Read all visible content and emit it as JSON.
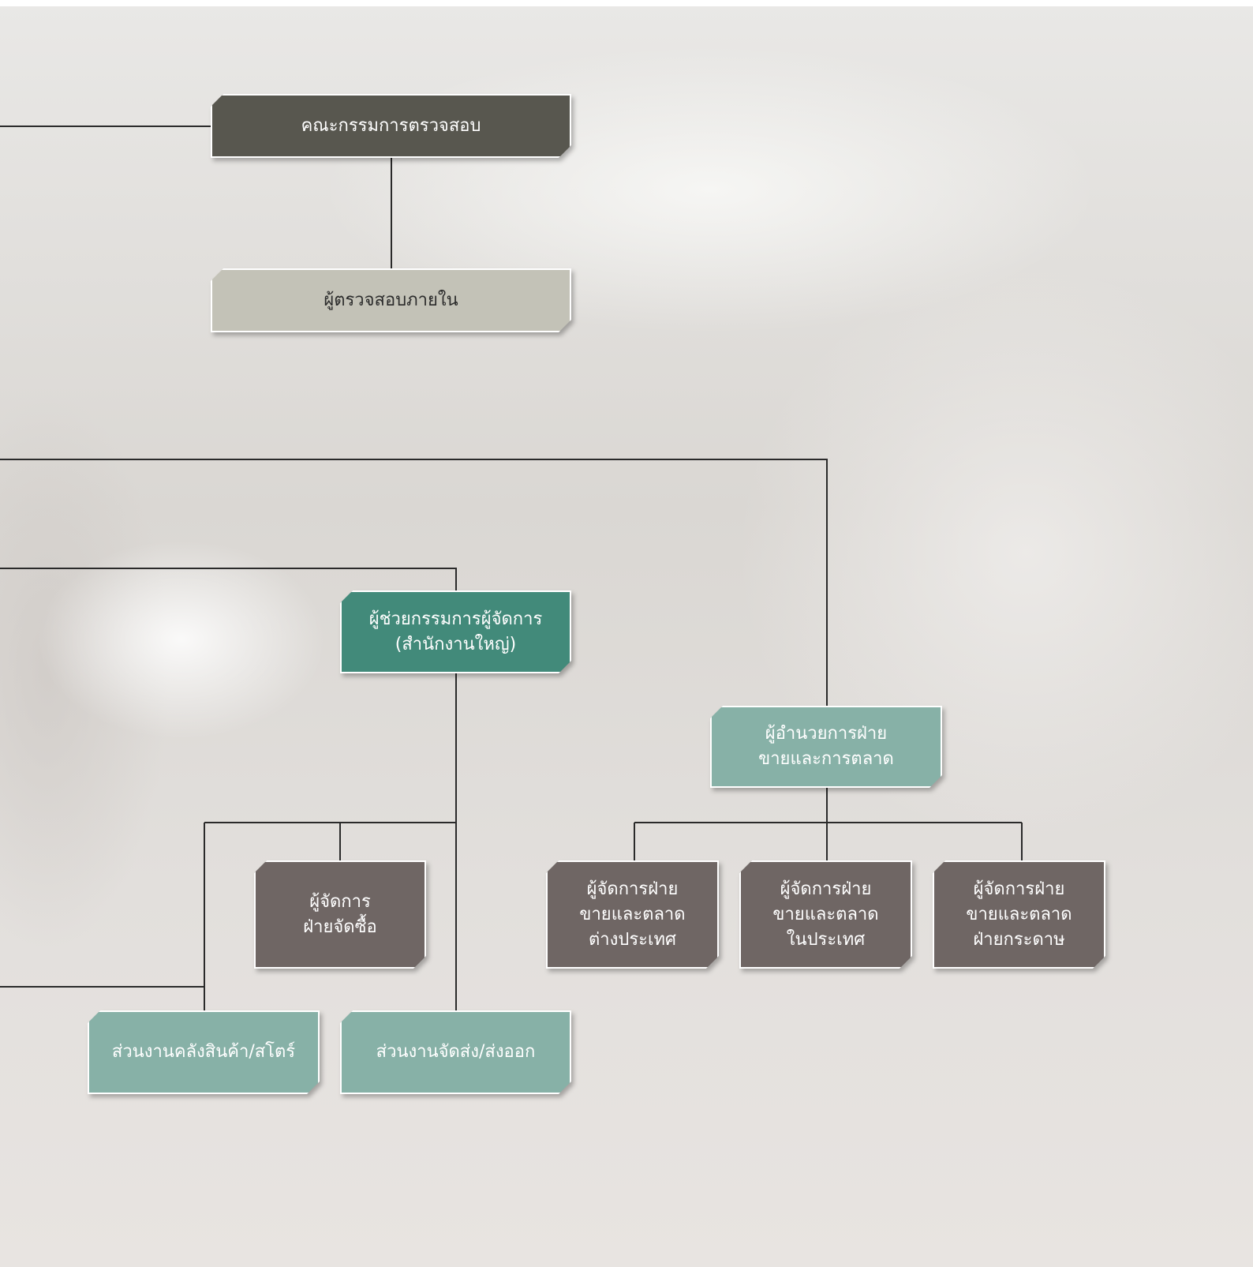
{
  "colors": {
    "dark": "#58574f",
    "pale": "#c3c2b7",
    "teal": "#428a7a",
    "mint": "#87b1a7",
    "brown": "#6f6664",
    "line": "#2a2a2a"
  },
  "nodes": {
    "audit_committee": "คณะกรรมการตรวจสอบ",
    "internal_auditor": "ผู้ตรวจสอบภายใน",
    "assistant_md_hq": "ผู้ช่วยกรรมการผู้จัดการ\n(สำนักงานใหญ่)",
    "sales_marketing_director": "ผู้อำนวยการฝ่าย\nขายและการตลาด",
    "purchasing_manager": "ผู้จัดการ\nฝ่ายจัดซื้อ",
    "intl_sales_manager": "ผู้จัดการฝ่าย\nขายและตลาด\nต่างประเทศ",
    "domestic_sales_manager": "ผู้จัดการฝ่าย\nขายและตลาด\nในประเทศ",
    "paper_sales_manager": "ผู้จัดการฝ่าย\nขายและตลาด\nฝ่ายกระดาษ",
    "warehouse_store": "ส่วนงานคลังสินค้า/สโตร์",
    "shipping_export": "ส่วนงานจัดส่ง/ส่งออก"
  }
}
